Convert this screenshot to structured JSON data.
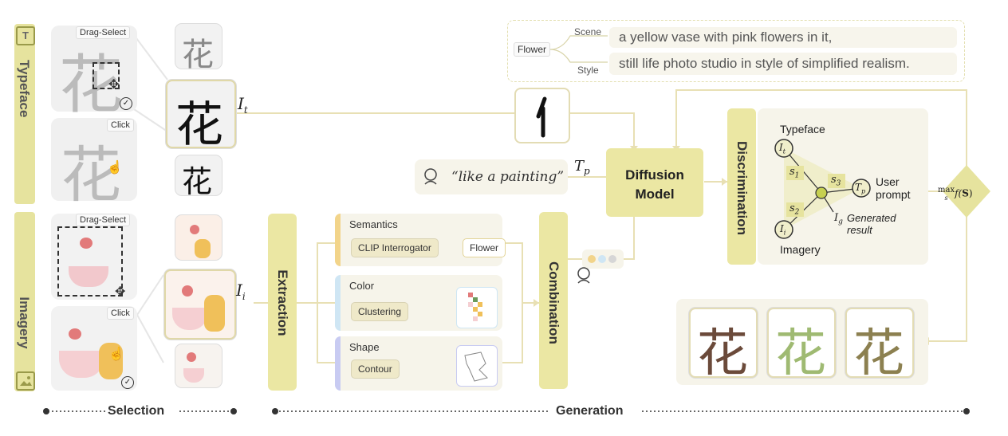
{
  "sidebar": {
    "typeface_label": "Typeface",
    "imagery_label": "Imagery",
    "typeface_icon": "T",
    "imagery_icon": "image-icon"
  },
  "selection": {
    "drag_select": "Drag-Select",
    "click": "Click",
    "drag_select_2": "Drag-Select",
    "click_2": "Click",
    "glyph": "花",
    "it_label": "I",
    "it_sub": "t",
    "ii_label": "I",
    "ii_sub": "i"
  },
  "prompt": {
    "flower": "Flower",
    "scene": "Scene",
    "style": "Style",
    "scene_text": "a yellow vase with pink flowers in it,",
    "style_text": "still life photo studio in style of simplified realism."
  },
  "user": {
    "quote": "“like a painting”",
    "tp_label": "T",
    "tp_sub": "p"
  },
  "model": {
    "line1": "Diffusion",
    "line2": "Model"
  },
  "extraction": {
    "label": "Extraction",
    "semantics": "Semantics",
    "clip": "CLIP Interrogator",
    "flower": "Flower",
    "color": "Color",
    "clustering": "Clustering",
    "shape": "Shape",
    "contour": "Contour"
  },
  "combination": {
    "label": "Combination"
  },
  "discrimination": {
    "label": "Discrimination",
    "typeface": "Typeface",
    "imagery": "Imagery",
    "user_prompt_1": "User",
    "user_prompt_2": "prompt",
    "generated_1": "Generated",
    "generated_2": "result",
    "ig_label": "I",
    "ig_sub": "g",
    "it": "I",
    "it_sub": "t",
    "ii": "I",
    "ii_sub": "i",
    "tp": "T",
    "tp_sub": "p",
    "s1": "s",
    "s1_sub": "1",
    "s2": "s",
    "s2_sub": "2",
    "s3": "s",
    "s3_sub": "3"
  },
  "maxfn": {
    "max": "max",
    "sub": "s",
    "f": "f(",
    "S": "S",
    "close": ")"
  },
  "footer": {
    "selection": "Selection",
    "generation": "Generation"
  },
  "colors": {
    "accent": "#e6e39e",
    "line": "#e9e2b8",
    "semantics_bar": "#f2d48a",
    "color_bar": "#cfe6f4",
    "shape_bar": "#c8cbf2"
  }
}
